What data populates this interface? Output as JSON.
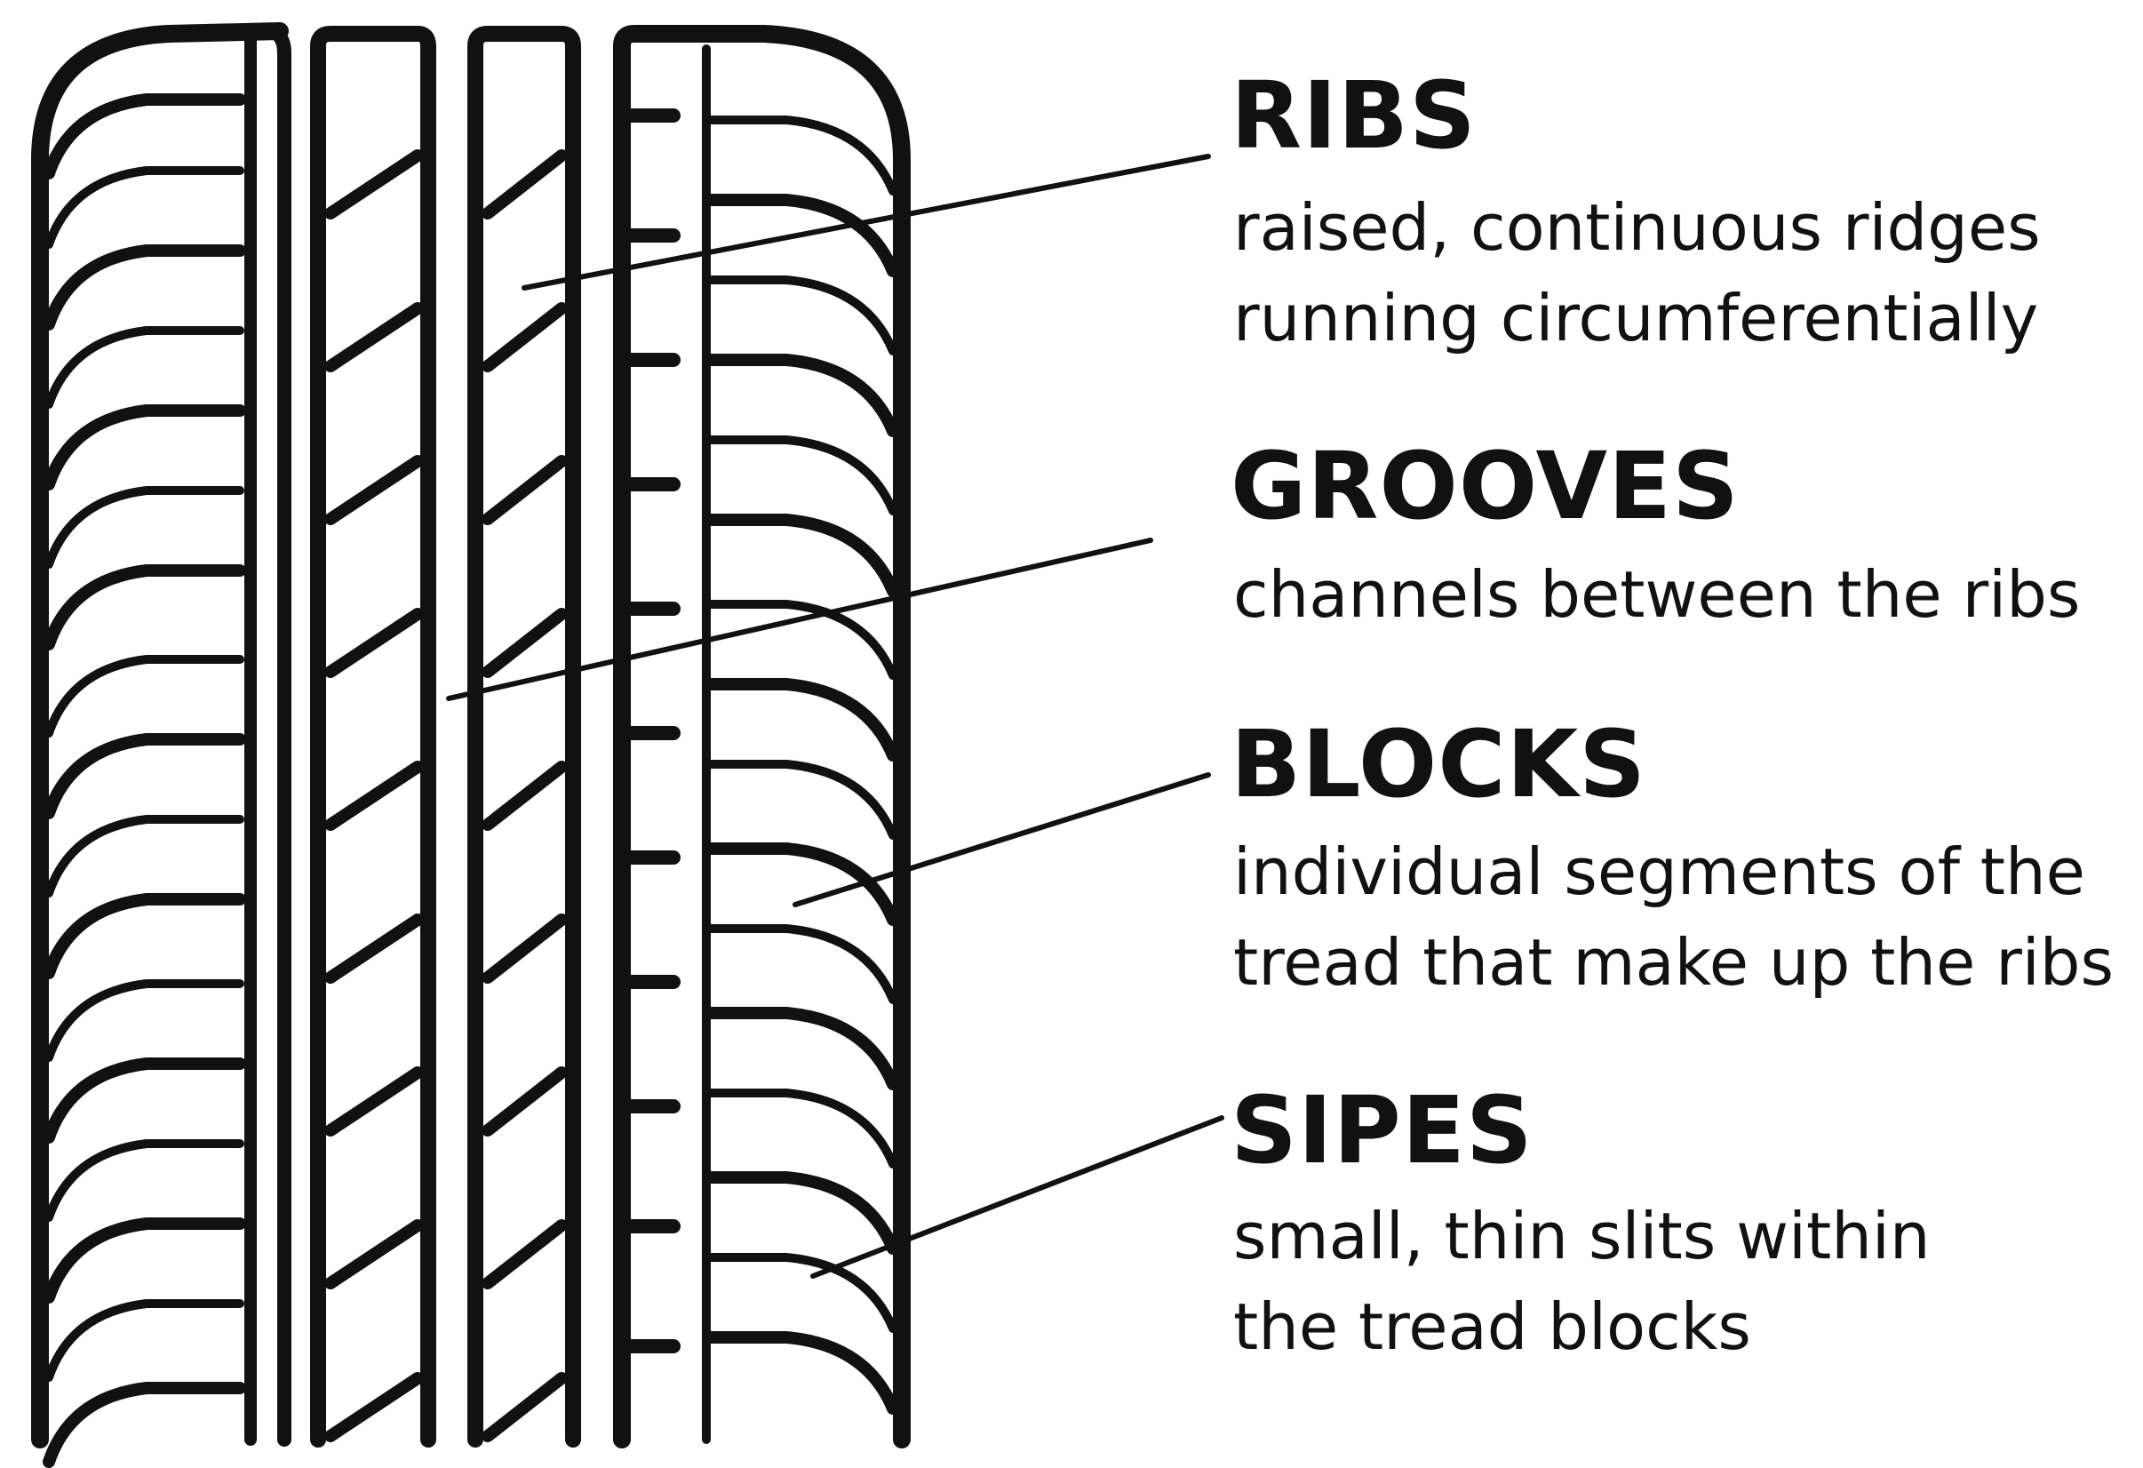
{
  "labels": [
    {
      "id": "ribs",
      "term": "RIBS",
      "desc": [
        "raised, continuous ridges",
        "running circumferentially"
      ]
    },
    {
      "id": "grooves",
      "term": "GROOVES",
      "desc": [
        "channels between the ribs"
      ]
    },
    {
      "id": "blocks",
      "term": "BLOCKS",
      "desc": [
        "individual segments of the",
        "tread that make up the ribs"
      ]
    },
    {
      "id": "sipes",
      "term": "SIPES",
      "desc": [
        "small, thin slits within",
        "the tread blocks"
      ]
    }
  ],
  "colors": {
    "ink": "#111111",
    "background": "#ffffff"
  }
}
